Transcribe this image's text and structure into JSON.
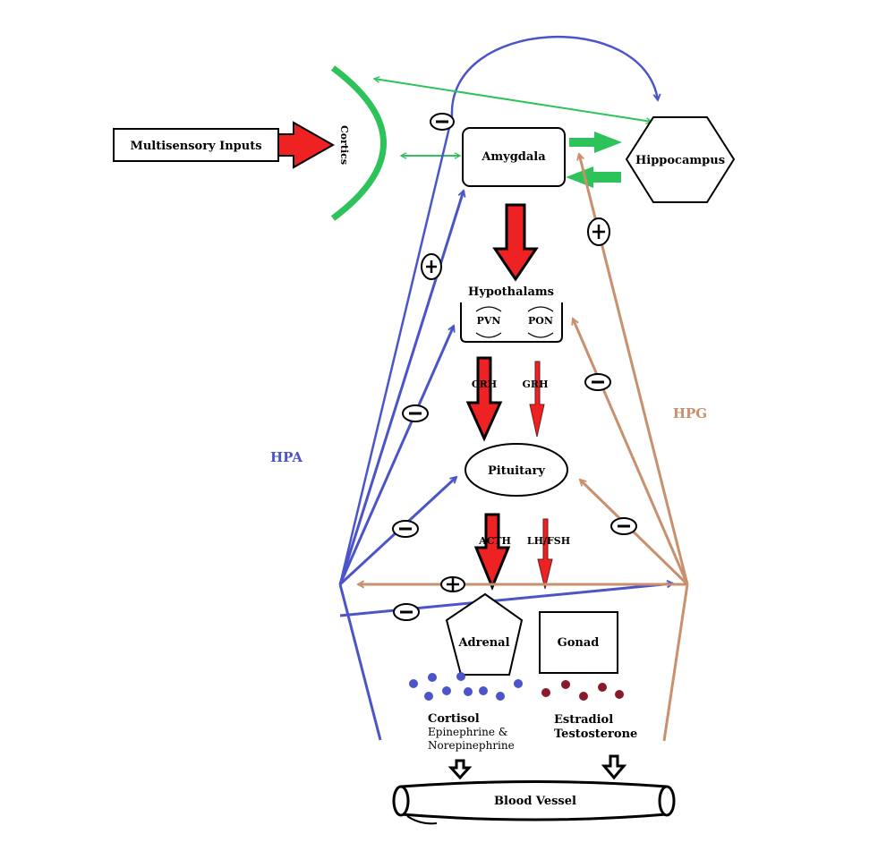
{
  "labels": {
    "multisensory_inputs": "Multisensory Inputs",
    "cortics": "Cortics",
    "amygdala": "Amygdala",
    "hippocampus": "Hippocampus",
    "hypothalams": "Hypothalams",
    "pvn": "PVN",
    "pon": "PON",
    "crh": "CRH",
    "grh": "GRH",
    "pituitary": "Pituitary",
    "acth": "ACTH",
    "lh_fsh": "LH/FSH",
    "adrenal": "Adrenal",
    "gonad": "Gonad",
    "cortisol": "Cortisol",
    "epinephrine": "Epinephrine &",
    "norepinephrine": "Norepinephrine",
    "estradiol": "Estradiol",
    "testosterone": "Testosterone",
    "blood_vessel": "Blood Vessel",
    "hpa": "HPA",
    "hpg": "HPG"
  },
  "signs": {
    "minus": "−",
    "plus": "+"
  },
  "colors": {
    "hpa_blue": "#4b55c8",
    "hpg_tan": "#c8906c",
    "cortex_green": "#2ec25a",
    "stim_red": "#ee2222",
    "cortisol_dot": "#4b55c8",
    "estradiol_dot": "#8a1a2a"
  }
}
